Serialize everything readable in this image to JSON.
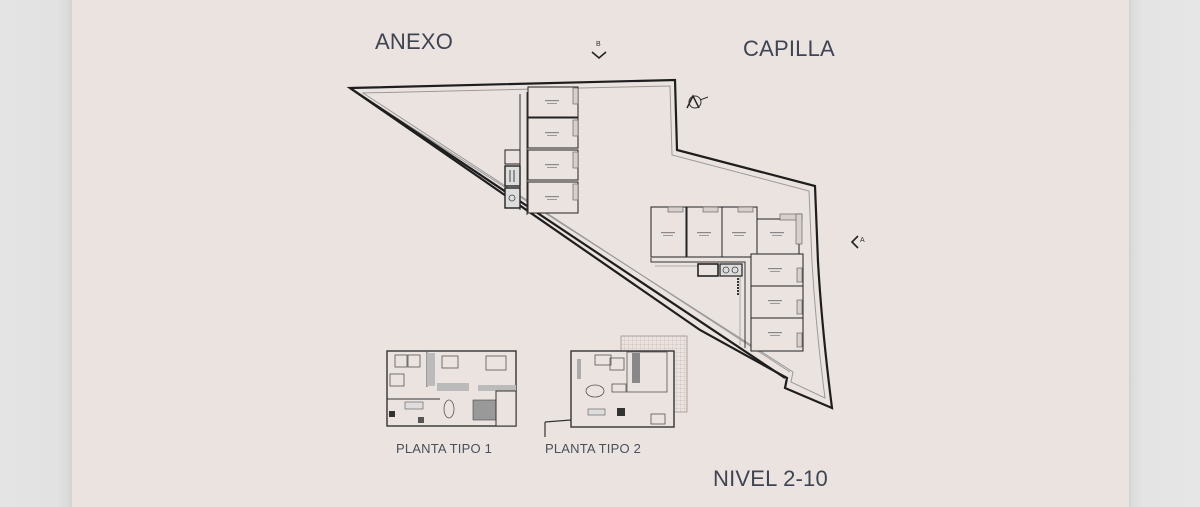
{
  "labels": {
    "anexo": "ANEXO",
    "capilla": "CAPILLA",
    "nivel": "NIVEL 2-10",
    "planta_tipo_1": "PLANTA TIPO 1",
    "planta_tipo_2": "PLANTA TIPO 2"
  },
  "section_markers": {
    "b": "B",
    "a": "A"
  },
  "north_arrow": "north-arrow",
  "colors": {
    "page_background": "#ebe3e0",
    "outer_margin": "#e4e4e4",
    "text": "#3e4452",
    "linework": "#1e1e1e",
    "inner_line": "#9a9a9a",
    "terrace_fill": "#d8d0cc"
  },
  "buildings": {
    "tower_west_units": 4,
    "tower_east_top_units": 4,
    "tower_east_side_units": 3
  }
}
